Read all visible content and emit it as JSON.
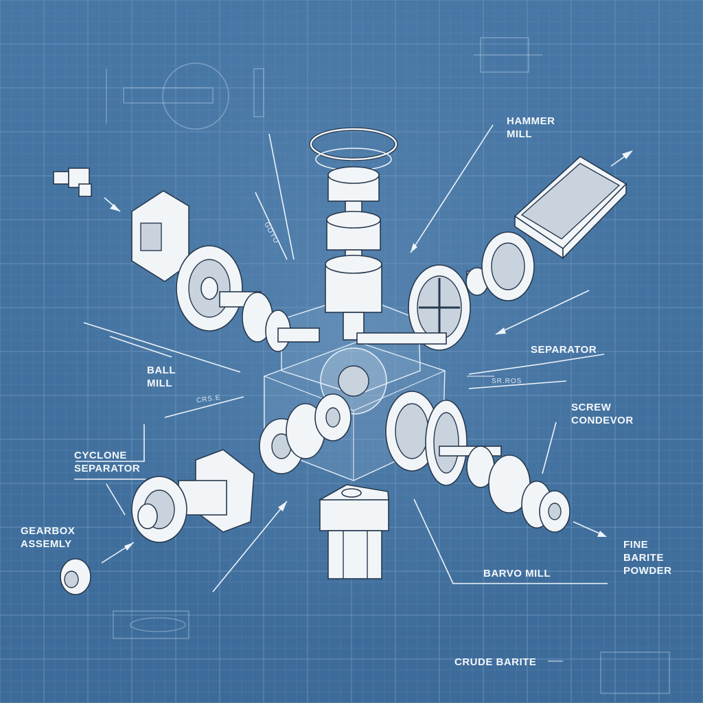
{
  "labels": {
    "hammer_mill": "HAMMER\nMILL",
    "separator": "SEPARATOR",
    "ball_mill": "BALL\nMILL",
    "screw_conveyor": "SCREW\nCONDEVOR",
    "cyclone_separator": "CYCLONE\nSEPARATOR",
    "gearbox_assembly": "GEARBOX\nASSEMLY",
    "barvo_mill": "BARVO MILL",
    "fine_barite_powder": "FINE\nBARITE\nPOWDER",
    "crude_barite": "CRUDE BARITE"
  },
  "small_notes": {
    "note_1": "GOYO",
    "note_2": "SR.ROS",
    "note_3": "CRS.E"
  },
  "colors": {
    "background": "#4272a1",
    "grid_line": "#6a93bb",
    "line_art": "#eef4fa",
    "part_fill": "#f2f5f8"
  }
}
